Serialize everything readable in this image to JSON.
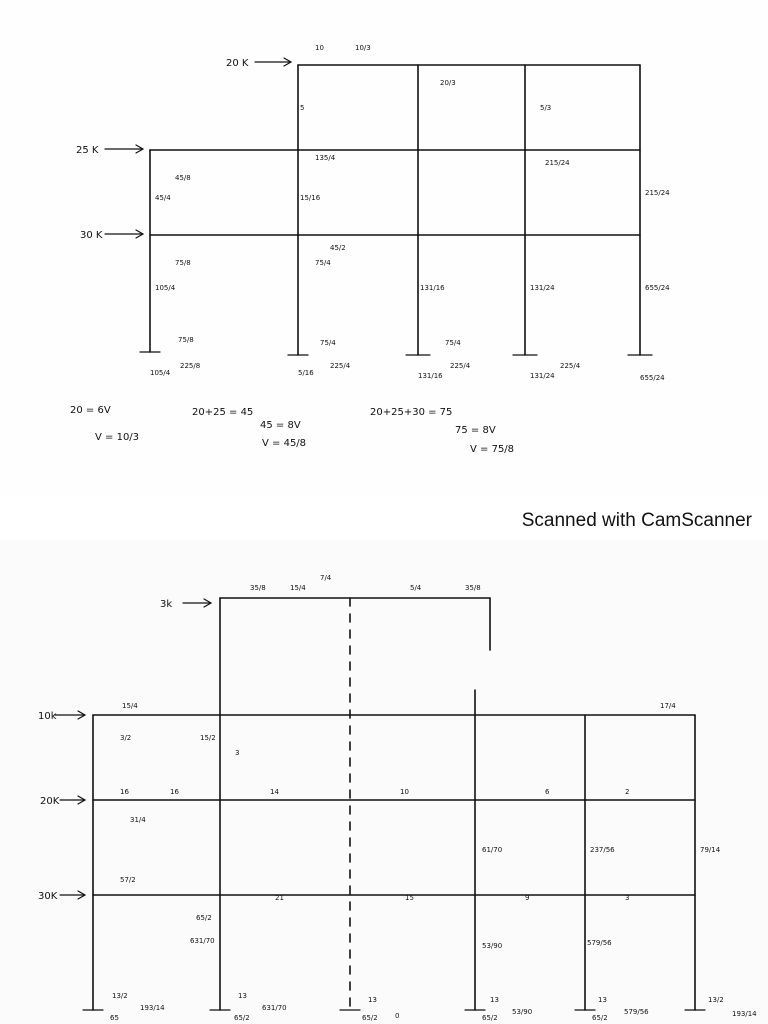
{
  "watermark": "Scanned with CamScanner",
  "page1": {
    "loads": [
      "20 K",
      "25 K",
      "30 K"
    ],
    "notes": [
      "20 = 6V",
      "V = 10/3",
      "20+25 = 45",
      "45 = 8V",
      "V = 45/8",
      "20+25+30 = 75",
      "75 = 8V",
      "V = 75/8"
    ],
    "reactions": [
      "75/8",
      "225/8",
      "105/4",
      "5/16",
      "75/4",
      "225/4",
      "131/16",
      "655/24",
      "75/4",
      "225/4",
      "131/24",
      "225/4"
    ],
    "member_values": [
      "10",
      "10/3",
      "5",
      "20/3",
      "5/3",
      "45/8",
      "45/4",
      "135/4",
      "215/24",
      "45/2",
      "15/16",
      "75/8",
      "105/4",
      "131/16",
      "75/4",
      "215/24",
      "131/24",
      "655/24"
    ]
  },
  "page2": {
    "loads": [
      "3k",
      "10k",
      "20K",
      "30K"
    ],
    "reactions": [
      "13/2",
      "65",
      "193/14",
      "13",
      "65/2",
      "631/70",
      "13",
      "65/2",
      "0",
      "13",
      "65/2",
      "53/90",
      "13",
      "65/2",
      "579/56",
      "13/2",
      "193/14"
    ],
    "member_values": [
      "35/8",
      "15/4",
      "7/4",
      "5/4",
      "35/8",
      "3/2",
      "15/4",
      "17/4",
      "15/2",
      "3",
      "31/4",
      "16",
      "16",
      "14",
      "10",
      "6",
      "2",
      "79/14",
      "61/70",
      "237/56",
      "57/2",
      "21",
      "15",
      "9",
      "3",
      "65/2",
      "631/70",
      "53/90",
      "579/56"
    ]
  }
}
